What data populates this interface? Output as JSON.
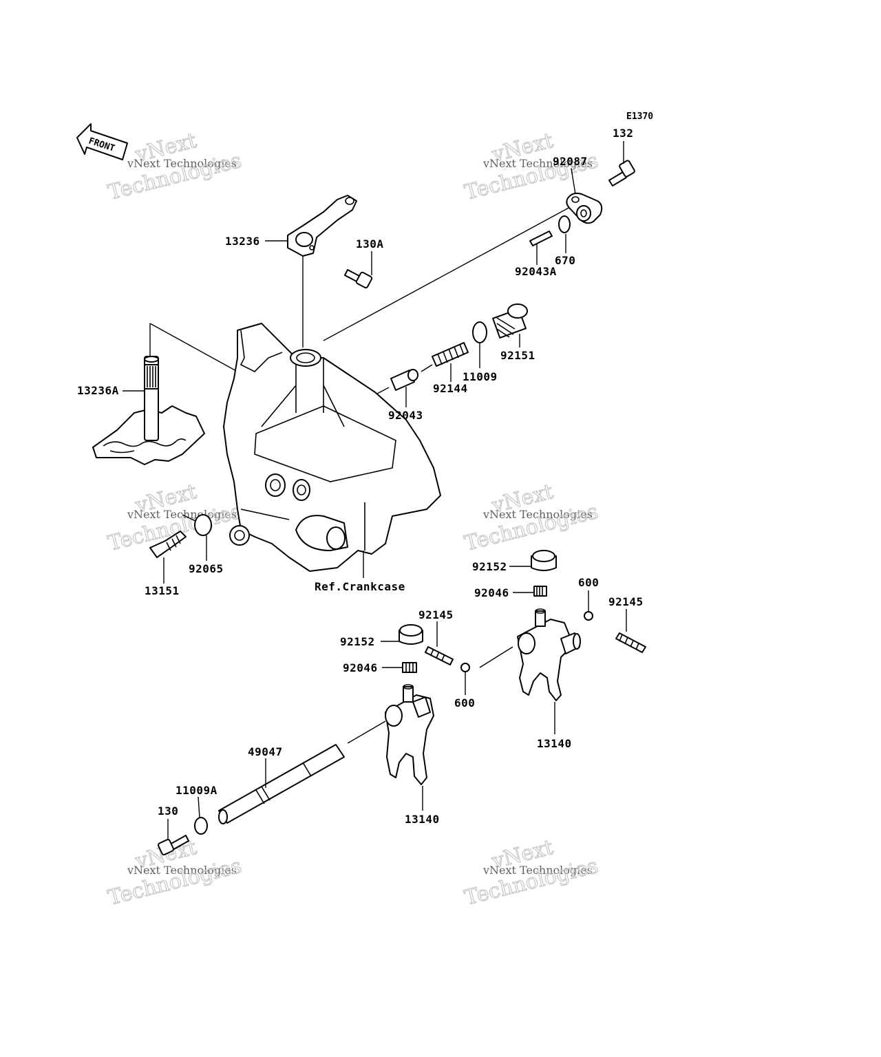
{
  "diagram_code": "E1370",
  "front_label": "FRONT",
  "reference_label": "Ref.Crankcase",
  "watermark": {
    "small": "vNext Technologies",
    "large": "vNext",
    "large2": "Technologies"
  },
  "part_labels": {
    "p132": "132",
    "p92087": "92087",
    "p670": "670",
    "p92043A": "92043A",
    "p13236": "13236",
    "p130A": "130A",
    "p92151": "92151",
    "p11009": "11009",
    "p92144": "92144",
    "p92043": "92043",
    "p13236A": "13236A",
    "p92065": "92065",
    "p13151": "13151",
    "p92152a": "92152",
    "p92046a": "92046",
    "p600a": "600",
    "p92145a": "92145",
    "p92145b": "92145",
    "p92152b": "92152",
    "p92046b": "92046",
    "p600b": "600",
    "p13140a": "13140",
    "p13140b": "13140",
    "p49047": "49047",
    "p11009A": "11009A",
    "p130": "130"
  }
}
